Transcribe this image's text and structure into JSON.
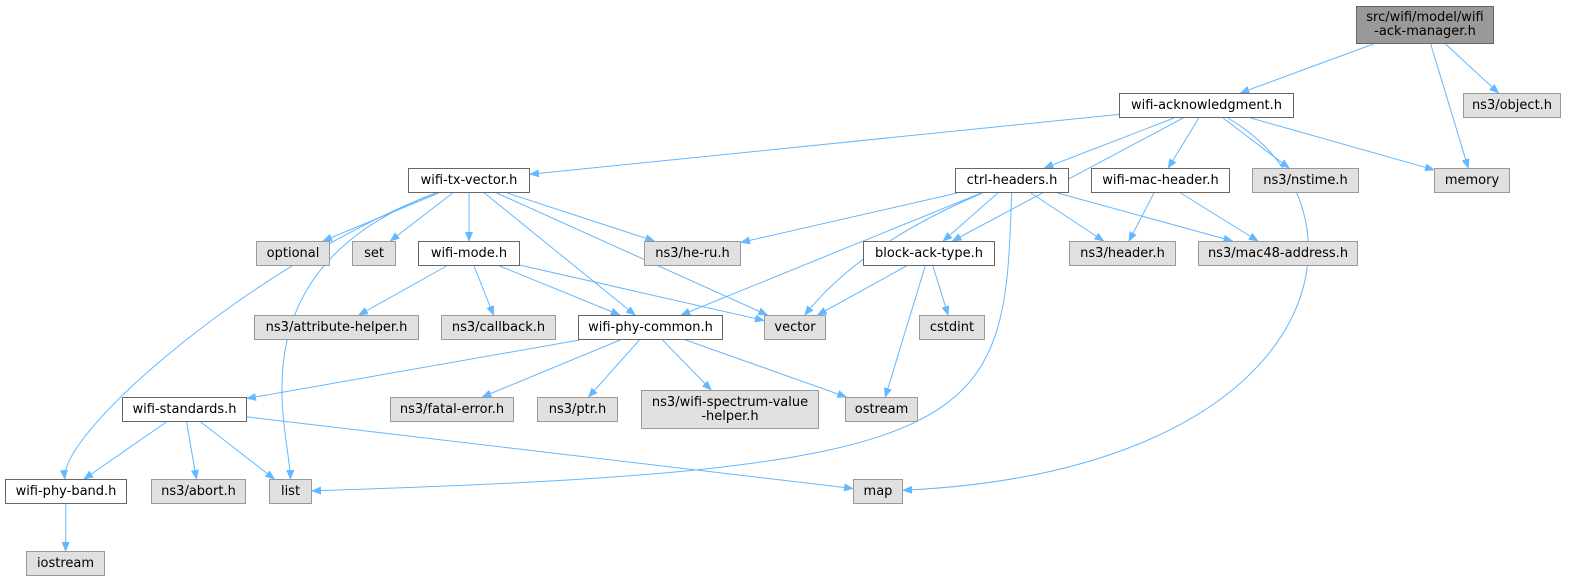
{
  "colors": {
    "edge": "#63b8ff",
    "root_fill": "#999999",
    "root_border": "#666666",
    "doc_fill": "#ffffff",
    "doc_border": "#666666",
    "ext_fill": "#e0e0e0",
    "ext_border": "#999999"
  },
  "nodes": {
    "root": {
      "lines": [
        "src/wifi/model/wifi",
        "-ack-manager.h"
      ]
    },
    "object_h": {
      "lines": [
        "ns3/object.h"
      ]
    },
    "wifi_ack": {
      "lines": [
        "wifi-acknowledgment.h"
      ]
    },
    "memory": {
      "lines": [
        "memory"
      ]
    },
    "txvec": {
      "lines": [
        "wifi-tx-vector.h"
      ]
    },
    "ctrl": {
      "lines": [
        "ctrl-headers.h"
      ]
    },
    "macheader": {
      "lines": [
        "wifi-mac-header.h"
      ]
    },
    "nstime": {
      "lines": [
        "ns3/nstime.h"
      ]
    },
    "optional": {
      "lines": [
        "optional"
      ]
    },
    "set": {
      "lines": [
        "set"
      ]
    },
    "mode": {
      "lines": [
        "wifi-mode.h"
      ]
    },
    "heru": {
      "lines": [
        "ns3/he-ru.h"
      ]
    },
    "blockack": {
      "lines": [
        "block-ack-type.h"
      ]
    },
    "header_h": {
      "lines": [
        "ns3/header.h"
      ]
    },
    "mac48": {
      "lines": [
        "ns3/mac48-address.h"
      ]
    },
    "attrhelper": {
      "lines": [
        "ns3/attribute-helper.h"
      ]
    },
    "callback": {
      "lines": [
        "ns3/callback.h"
      ]
    },
    "phycommon": {
      "lines": [
        "wifi-phy-common.h"
      ]
    },
    "vector": {
      "lines": [
        "vector"
      ]
    },
    "cstdint": {
      "lines": [
        "cstdint"
      ]
    },
    "standards": {
      "lines": [
        "wifi-standards.h"
      ]
    },
    "fatal": {
      "lines": [
        "ns3/fatal-error.h"
      ]
    },
    "ptr": {
      "lines": [
        "ns3/ptr.h"
      ]
    },
    "spectrum": {
      "lines": [
        "ns3/wifi-spectrum-value",
        "-helper.h"
      ]
    },
    "ostream": {
      "lines": [
        "ostream"
      ]
    },
    "phyband": {
      "lines": [
        "wifi-phy-band.h"
      ]
    },
    "abort": {
      "lines": [
        "ns3/abort.h"
      ]
    },
    "list": {
      "lines": [
        "list"
      ]
    },
    "map": {
      "lines": [
        "map"
      ]
    },
    "iostream": {
      "lines": [
        "iostream"
      ]
    }
  }
}
